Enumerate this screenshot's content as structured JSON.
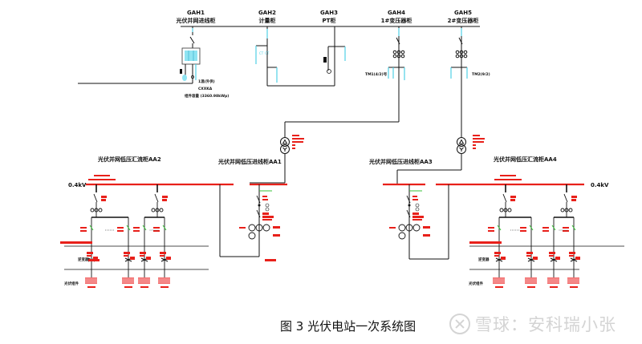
{
  "diagram": {
    "cabinets_hv": [
      {
        "code": "GAH1",
        "name": "光伏并网进线柜"
      },
      {
        "code": "GAH2",
        "name": "计量柜"
      },
      {
        "code": "GAH3",
        "name": "PT柜"
      },
      {
        "code": "GAH4",
        "name": "1#变压器柜"
      },
      {
        "code": "GAH5",
        "name": "2#变压器柜"
      }
    ],
    "incoming_note": {
      "line1": "1温(外供)",
      "line2": "CXXKA",
      "line3": "组件容量 (3360.98kWp)"
    },
    "transformer_labels": {
      "t1": "TM1(4/2)号",
      "t2": "TM2(9/2)"
    },
    "lv_panels": {
      "aa2": "光伏并网低压汇流柜AA2",
      "aa1_in": "光伏并网低压进线柜AA1",
      "aa3_in": "光伏并网低压进线柜AA3",
      "aa4": "光伏并网低压汇流柜AA4"
    },
    "bus_voltage_left": "0.4kV",
    "bus_voltage_right": "0.4kV",
    "pv_array_label_left": "光伏组件",
    "pv_array_label_right": "光伏组件",
    "inverter_label": "逆变器",
    "colors": {
      "lv_bus": "#e8201a",
      "secondary": "#4fd0e6",
      "wire": "#111111",
      "indicator": "#39c339"
    }
  },
  "caption": "图 3  光伏电站一次系统图",
  "watermark": {
    "brand": "雪球",
    "separator": "：",
    "author": "安科瑞小张"
  }
}
